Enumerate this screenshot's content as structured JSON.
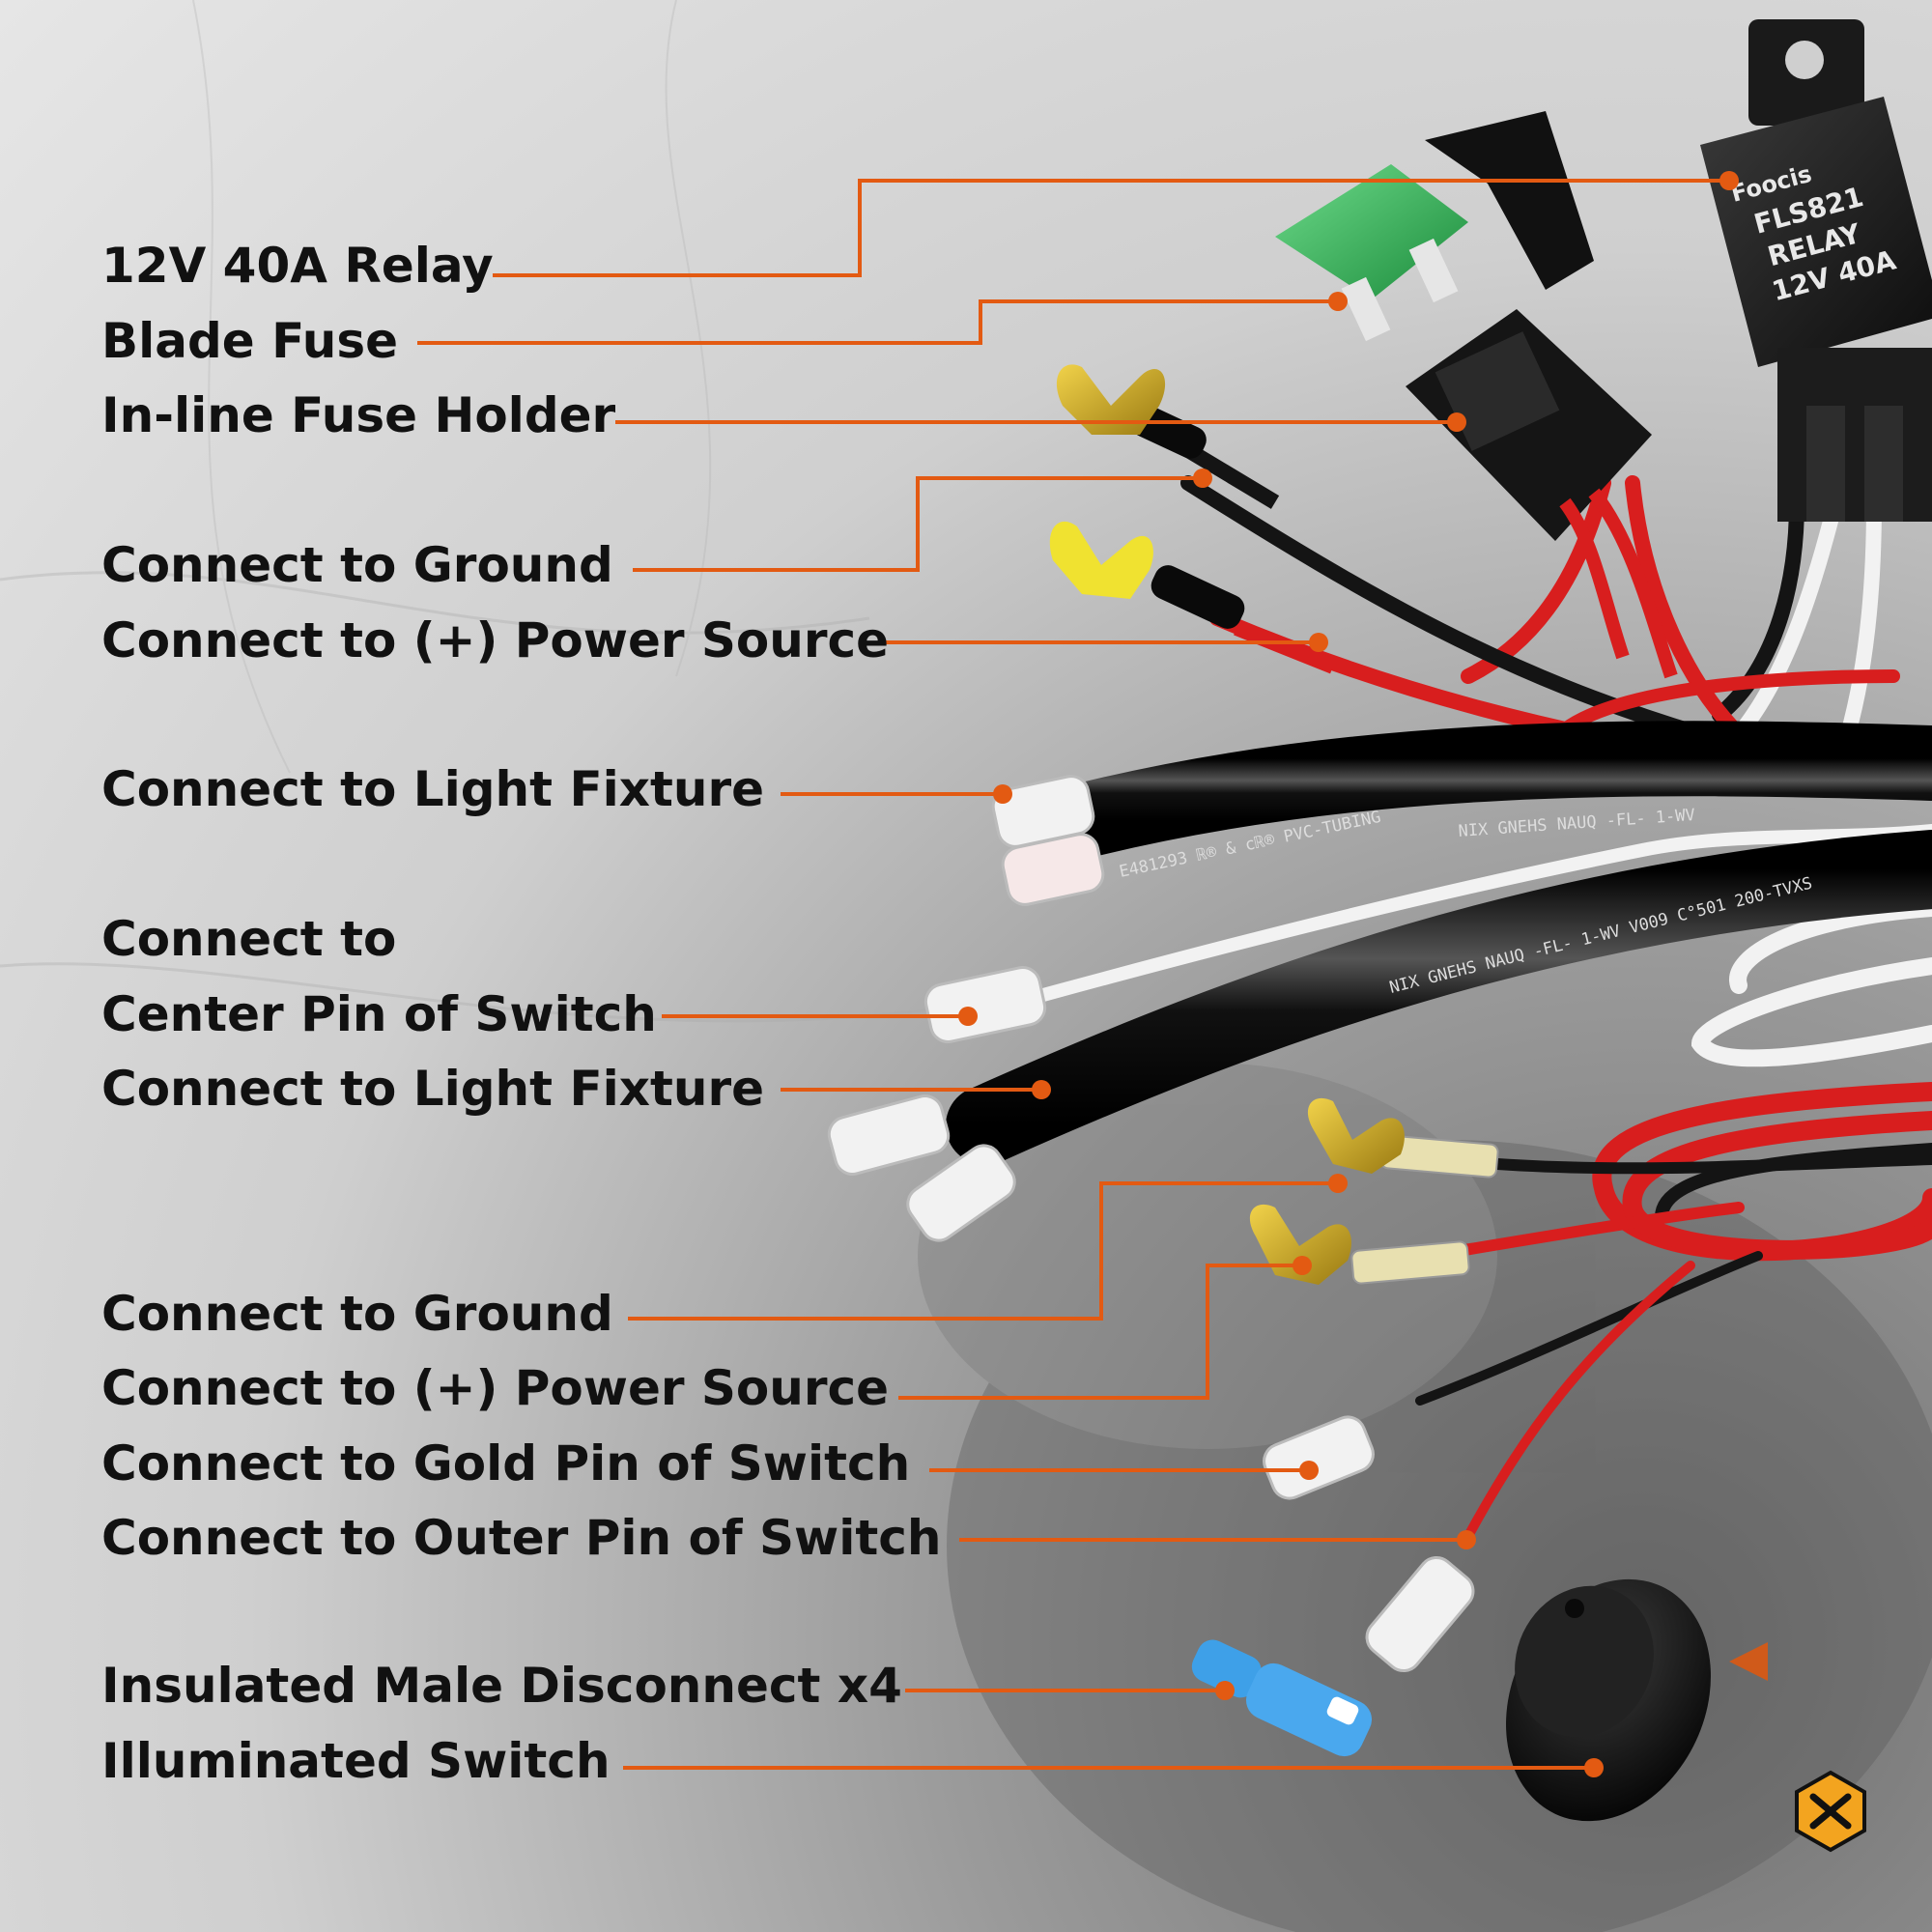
{
  "labels": {
    "relay": "12V 40A Relay",
    "blade_fuse": "Blade Fuse",
    "fuse_holder": "In-line Fuse Holder",
    "ground_1": "Connect to Ground",
    "power_1": "Connect to (+) Power Source",
    "light_fixture_1": "Connect to Light Fixture",
    "center_pin_line1": "Connect to",
    "center_pin_line2": "Center Pin of Switch",
    "light_fixture_2": "Connect to Light Fixture",
    "ground_2": "Connect to Ground",
    "power_2": "Connect to (+) Power Source",
    "gold_pin": "Connect to Gold Pin of Switch",
    "outer_pin": "Connect to Outer Pin of Switch",
    "male_disconnect": "Insulated Male Disconnect x4",
    "switch": "Illuminated Switch"
  },
  "relay_print": {
    "brand": "Foocis",
    "model": "FLS821",
    "type": "RELAY",
    "rating": "12V 40A"
  },
  "cable_print": {
    "cable_1": "E481293 ℝ® & cℝ® PVC-TUBING",
    "cable_2": "NIX GNEHS NAUQ -FL- 1-WV V009 C°501 200-TVXS",
    "cable_3": "NIX GNEHS NAUQ -FL- 1-WV"
  },
  "colors": {
    "leader_line": "#e35a12",
    "label_text": "#111111",
    "wire_red": "#d81e1e",
    "wire_black": "#141414",
    "wire_white": "#f2f2f2",
    "fuse_green": "#27a24a",
    "logo_orange": "#f3a41f"
  },
  "icons": {
    "logo": "brand-logo-icon"
  }
}
